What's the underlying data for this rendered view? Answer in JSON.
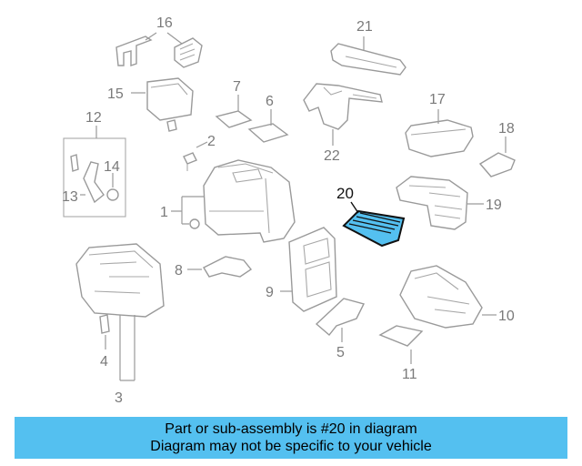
{
  "callouts": {
    "c1": "1",
    "c2": "2",
    "c3": "3",
    "c4": "4",
    "c5": "5",
    "c6": "6",
    "c7": "7",
    "c8": "8",
    "c9": "9",
    "c10": "10",
    "c11": "11",
    "c12": "12",
    "c13": "13",
    "c14": "14",
    "c15": "15",
    "c16": "16",
    "c17": "17",
    "c18": "18",
    "c19": "19",
    "c20": "20",
    "c21": "21",
    "c22": "22"
  },
  "highlight": {
    "part_number": "20",
    "color": "#54c0f0"
  },
  "banner": {
    "line1": "Part or sub-assembly is #20 in diagram",
    "line2": "Diagram may not be specific to your vehicle",
    "background": "#54c0f0"
  }
}
